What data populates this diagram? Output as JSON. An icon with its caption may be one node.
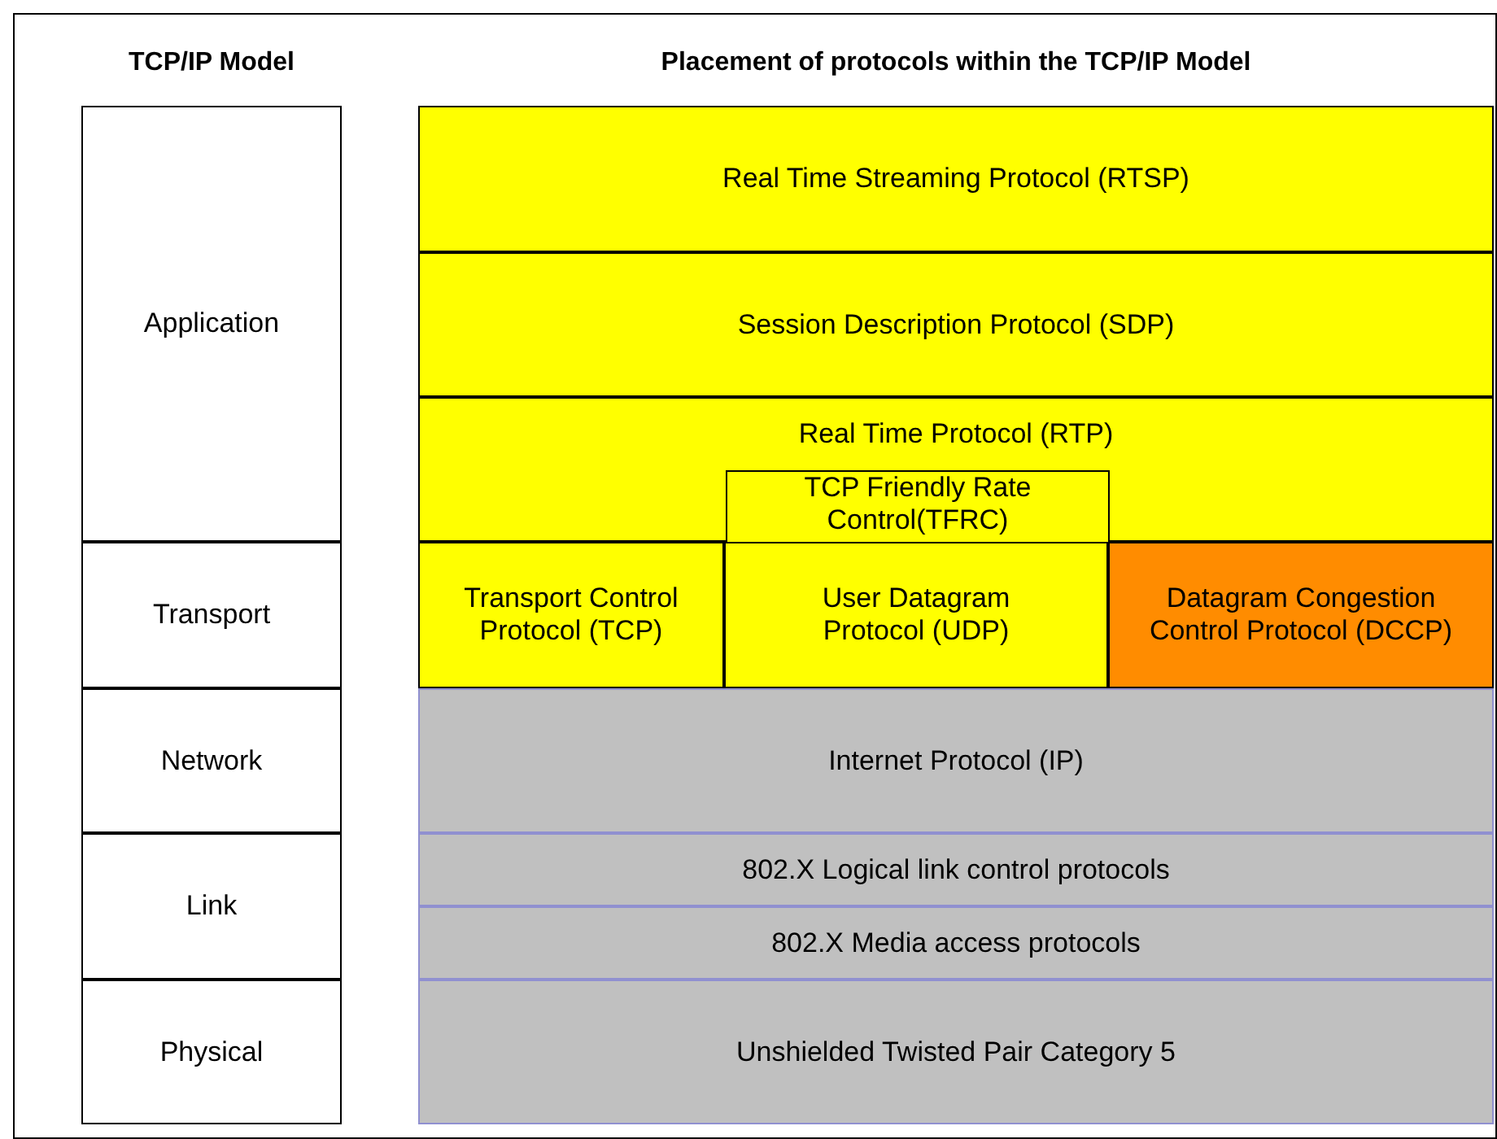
{
  "diagram": {
    "nodes": [
      {
        "text": [
          "Application"
        ]
      },
      {
        "text": [
          "Transport"
        ]
      },
      {
        "text": [
          "Network"
        ]
      },
      {
        "text": [
          "Link"
        ]
      },
      {
        "text": [
          "Physical"
        ]
      },
      {
        "text": [
          "Real Time Streaming Protocol (RTSP)"
        ]
      },
      {
        "text": [
          "Session Description Protocol (SDP)"
        ]
      },
      {
        "text": [
          "Real Time Protocol (RTP)"
        ]
      },
      {
        "text": [
          "TCP Friendly Rate Control(TFRC)"
        ],
        "in": 7
      },
      {
        "text": [
          "Transport Control Protocol (TCP)"
        ]
      },
      {
        "text": [
          "User Datagram Protocol (UDP)"
        ]
      },
      {
        "text": [
          "Datagram Congestion Control Protocol (DCCP)"
        ]
      },
      {
        "text": [
          "Internet Protocol (IP)"
        ]
      },
      {
        "text": [
          "802.X Logical link control protocols"
        ]
      },
      {
        "text": [
          "802.X Media access protocols"
        ]
      },
      {
        "text": [
          "Unshielded Twisted Pair Category 5"
        ]
      }
    ],
    "labels": [
      "TCP/IP Model",
      "Placement of protocols within the TCP/IP Model"
    ]
  }
}
